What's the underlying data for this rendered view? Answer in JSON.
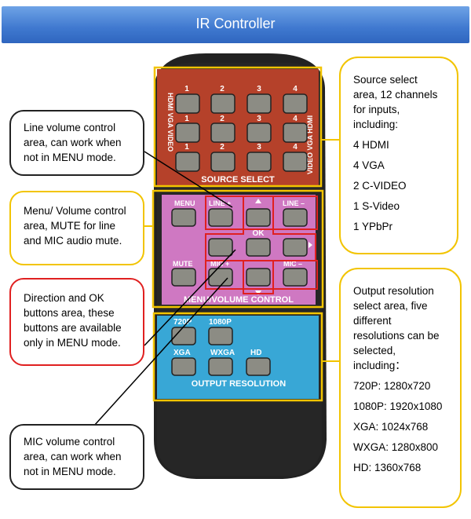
{
  "title": "IR Controller",
  "remote": {
    "source_numbers": [
      "1",
      "2",
      "3",
      "4"
    ],
    "source_left_label": "HDMI VGA VIDEO",
    "source_right_label": "VIDEO VGA HDMI",
    "source_panel_label": "SOURCE SELECT",
    "menu_label": "MENU",
    "line_plus": "LINE +",
    "line_minus": "LINE –",
    "ok_label": "OK",
    "mute_label": "MUTE",
    "mic_plus": "MIC +",
    "mic_minus": "MIC –",
    "menu_panel_label": "MENU/VOLUME CONTROL",
    "res_720": "720P",
    "res_1080": "1080P",
    "res_xga": "XGA",
    "res_wxga": "WXGA",
    "res_hd": "HD",
    "res_panel_label": "OUTPUT RESOLUTION",
    "colors": {
      "body": "#222222",
      "source_panel": "#b5412a",
      "menu_panel": "#cf78c2",
      "res_panel": "#38a7d6",
      "button": "#8c8c84",
      "highlight_yellow": "#f2c400",
      "highlight_red": "#e02020"
    }
  },
  "callouts": {
    "line_volume": [
      "Line volume control",
      "area, can work when",
      "not in MENU mode."
    ],
    "menu_volume": [
      "Menu/ Volume control",
      "area, MUTE for line",
      "and MIC audio mute."
    ],
    "direction": [
      "Direction and OK",
      "buttons area, these",
      "buttons are available",
      "only in MENU mode."
    ],
    "mic_volume": [
      "MIC volume control",
      "area, can work when",
      "not in MENU mode."
    ],
    "source_select": {
      "intro": [
        "Source select",
        "area, 12 channels",
        "for inputs,",
        "including:"
      ],
      "items": [
        "4 HDMI",
        "4 VGA",
        "2 C-VIDEO",
        "1 S-Video",
        "1 YPbPr"
      ]
    },
    "output_resolution": {
      "intro": [
        "Output resolution",
        "select area, five",
        "different",
        "resolutions can be",
        "selected,",
        "including："
      ],
      "items": [
        "720P: 1280x720",
        "1080P:  1920x1080",
        "XGA: 1024x768",
        "WXGA: 1280x800",
        "HD: 1360x768"
      ]
    }
  }
}
